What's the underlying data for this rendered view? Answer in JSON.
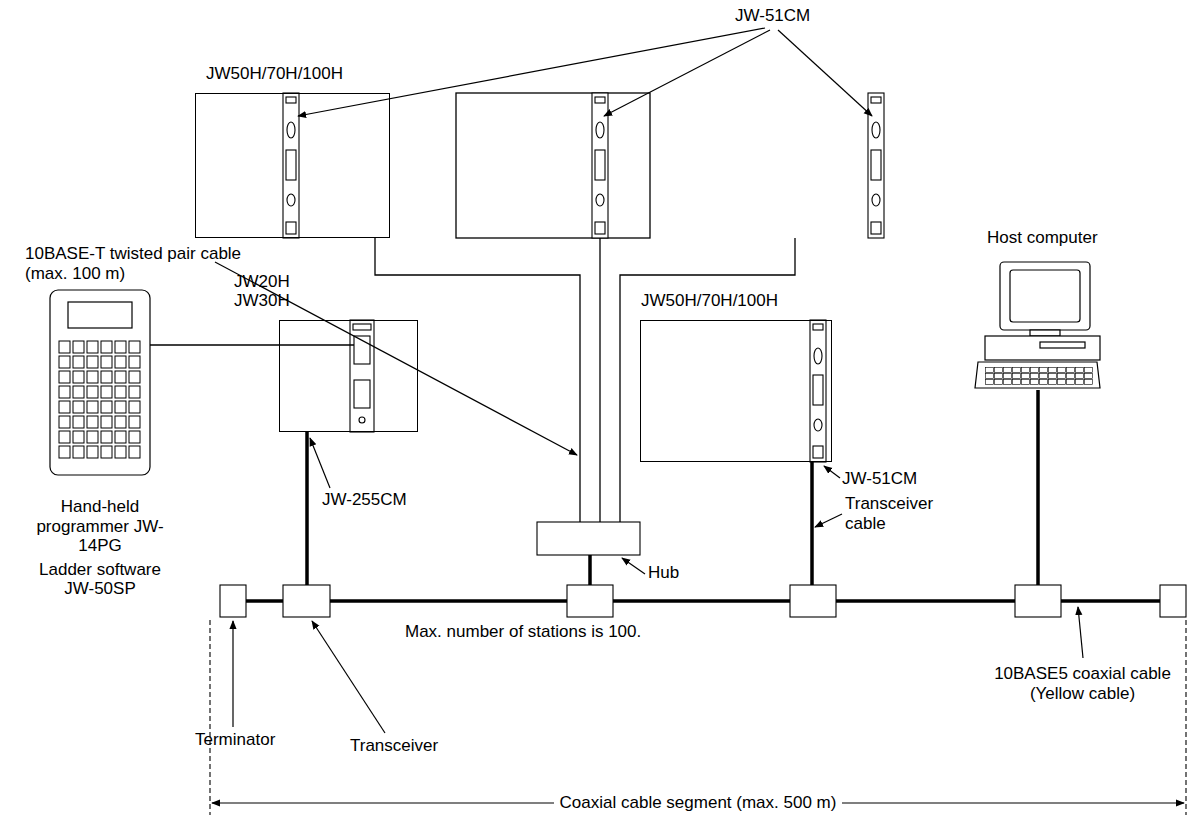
{
  "diagram": {
    "nodes": [
      {
        "text": [
          "JW50H/70H/100H"
        ]
      },
      {
        "text": [
          "Hand-held programmer JW-14PG",
          "Ladder software JW-50SP"
        ]
      },
      {
        "text": [
          "JW20H JW30H"
        ]
      },
      {
        "text": [
          "JW50H/70H/100H"
        ]
      },
      {
        "text": [
          "Host computer"
        ]
      }
    ],
    "edges": [
      {
        "from": 1,
        "to": 2,
        "arrow": "none"
      }
    ],
    "labels": [
      "JW-51CM",
      "10BASE-T twisted pair cable (max. 100 m)",
      "JW-255CM",
      "Hub",
      "JW-51CM",
      "Transceiver cable",
      "Max. number of stations is 100.",
      "10BASE5 coaxial cable (Yellow cable)",
      "Terminator",
      "Transceiver",
      "Coaxial cable segment (max. 500 m)"
    ]
  }
}
